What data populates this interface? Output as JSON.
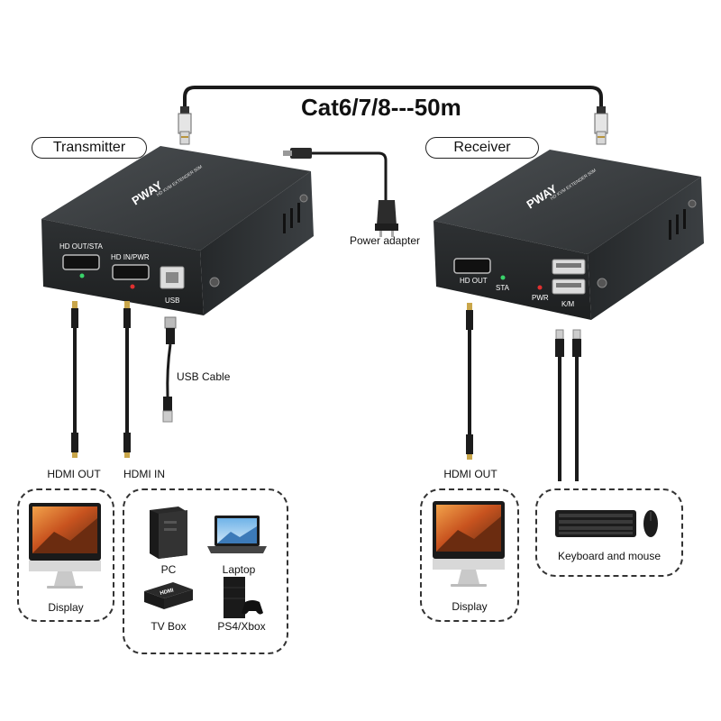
{
  "title": "Cat6/7/8---50m",
  "transmitter": {
    "label": "Transmitter",
    "brand": "PWAY",
    "model_text": "HD KVM EXTENDER 50M",
    "ports": {
      "hd_out_sta": "HD OUT/STA",
      "hd_in_pwr": "HD IN/PWR",
      "usb": "USB"
    }
  },
  "receiver": {
    "label": "Receiver",
    "brand": "PWAY",
    "model_text": "HD KVM EXTENDER 50M",
    "ports": {
      "hd_out": "HD OUT",
      "sta": "STA",
      "pwr": "PWR",
      "km": "K/M"
    }
  },
  "power_adapter_label": "Power adapter",
  "usb_cable_label": "USB Cable",
  "cable_labels": {
    "tx_hdmi_out": "HDMI  OUT",
    "tx_hdmi_in": "HDMI  IN",
    "rx_hdmi_out": "HDMI  OUT"
  },
  "groups": {
    "tx_display": {
      "item_label": "Display"
    },
    "sources": {
      "pc": "PC",
      "laptop": "Laptop",
      "tv_box": "TV Box",
      "console": "PS4/Xbox",
      "tvbox_logo": "HDMI"
    },
    "rx_display": {
      "item_label": "Display"
    },
    "peripherals": {
      "label": "Keyboard and mouse"
    }
  },
  "colors": {
    "device_body": "#2b2d2e",
    "device_top": "#3a3d3f",
    "cable": "#1a1a1a",
    "hdmi_tip": "#c9a64a"
  }
}
